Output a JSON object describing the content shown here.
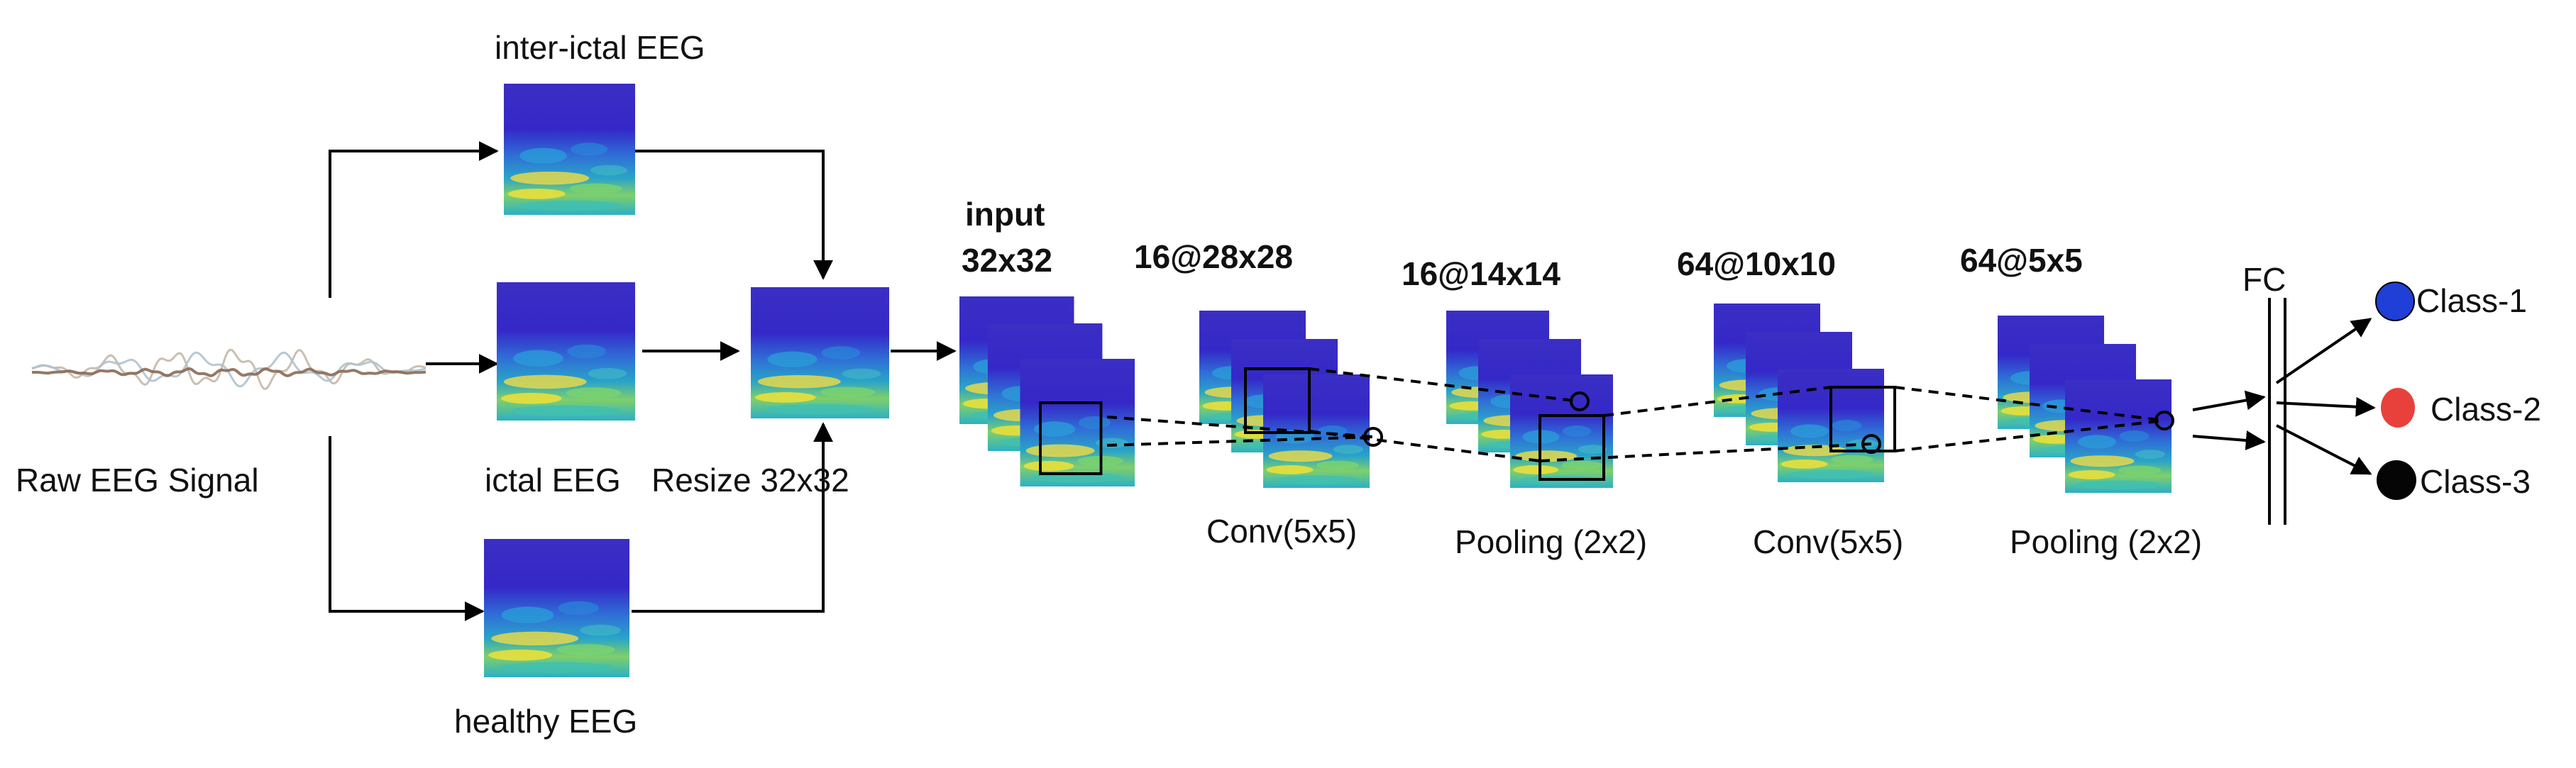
{
  "labels": {
    "inter_ictal": "inter-ictal EEG",
    "ictal": "ictal EEG",
    "healthy": "healthy EEG",
    "raw_signal": "Raw EEG  Signal",
    "resize": "Resize 32x32",
    "input_line1": "input",
    "input_line2": "32x32",
    "map1": "16@28x28",
    "map2": "16@14x14",
    "map3": "64@10x10",
    "map4": "64@5x5",
    "fc": "FC",
    "conv1": "Conv(5x5)",
    "pool1": "Pooling (2x2)",
    "conv2": "Conv(5x5)",
    "pool2": "Pooling (2x2)",
    "class1": "Class-1",
    "class2": "Class-2",
    "class3": "Class-3"
  },
  "colors": {
    "class1": "#1f3fd6",
    "class2": "#e8413c",
    "class3": "#050505",
    "spectrogram_bg": "#3b2fc0",
    "spectrogram_mid": "#2c8fd4",
    "spectrogram_hot": "#e8dc3a"
  }
}
